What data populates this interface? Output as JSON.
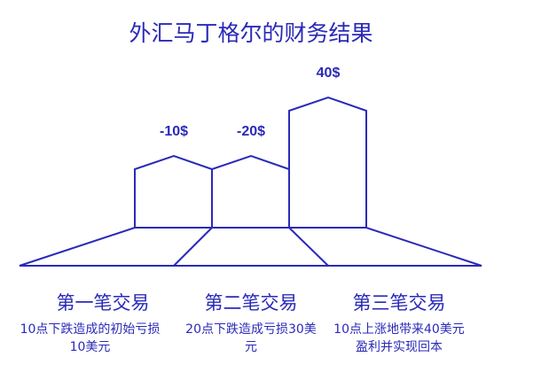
{
  "title": "外汇马丁格尔的财务结果",
  "colors": {
    "primary": "#2a2ab8"
  },
  "trades": [
    {
      "value": "-10$",
      "heading": "第一笔交易",
      "description": "10点下跌造成的初始亏损10美元"
    },
    {
      "value": "-20$",
      "heading": "第二笔交易",
      "description": "20点下跌造成亏损30美元"
    },
    {
      "value": "40$",
      "heading": "第三笔交易",
      "description": "10点上涨地带来40美元盈利并实现回本"
    }
  ]
}
